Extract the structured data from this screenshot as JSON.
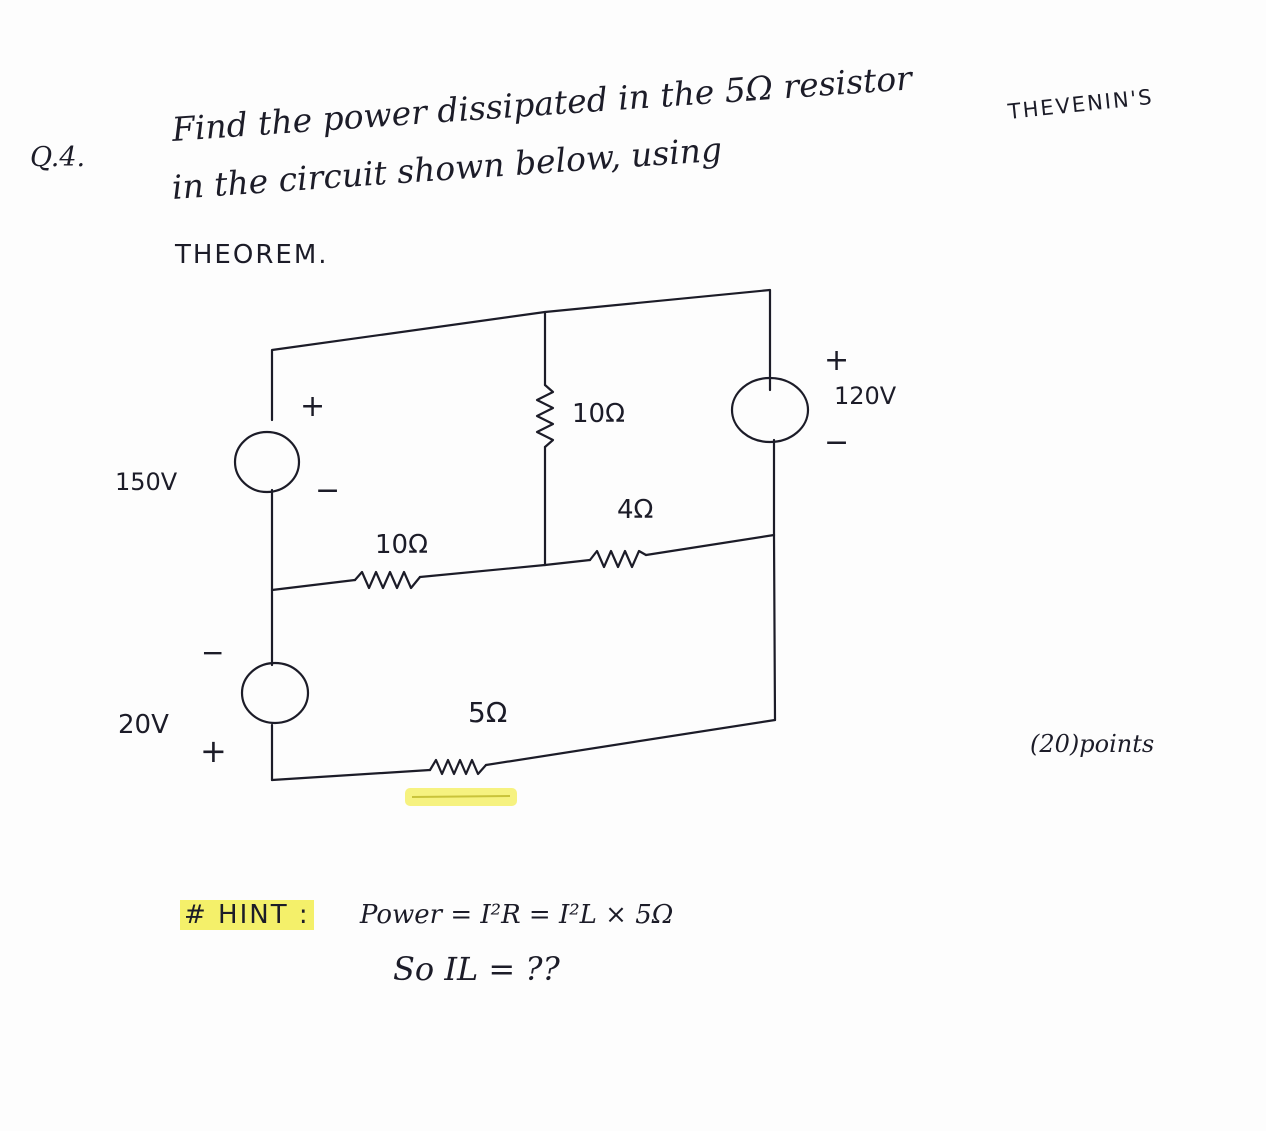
{
  "question": {
    "number": "Q.4.",
    "line1": "Find the power dissipated in the 5Ω resistor",
    "line1_suffix": "THEVENIN'S",
    "line2": "in the circuit shown below, using",
    "line3": "THEOREM.",
    "points": "(20)points"
  },
  "circuit": {
    "source_left_top": {
      "value": "150V",
      "plus": "+",
      "minus": "−"
    },
    "source_left_bottom": {
      "value": "20V",
      "plus": "+",
      "minus": "−"
    },
    "source_right": {
      "value": "120V",
      "plus": "+",
      "minus": "−"
    },
    "resistor_vertical_middle": "10Ω",
    "resistor_left_horizontal": "10Ω",
    "resistor_right_horizontal": "4Ω",
    "resistor_load": "5Ω",
    "highlight_color": "#f4f06a"
  },
  "hint": {
    "label": "# HINT :",
    "formula": "Power = I²R = I²L × 5Ω",
    "line2": "So IL = ??"
  }
}
